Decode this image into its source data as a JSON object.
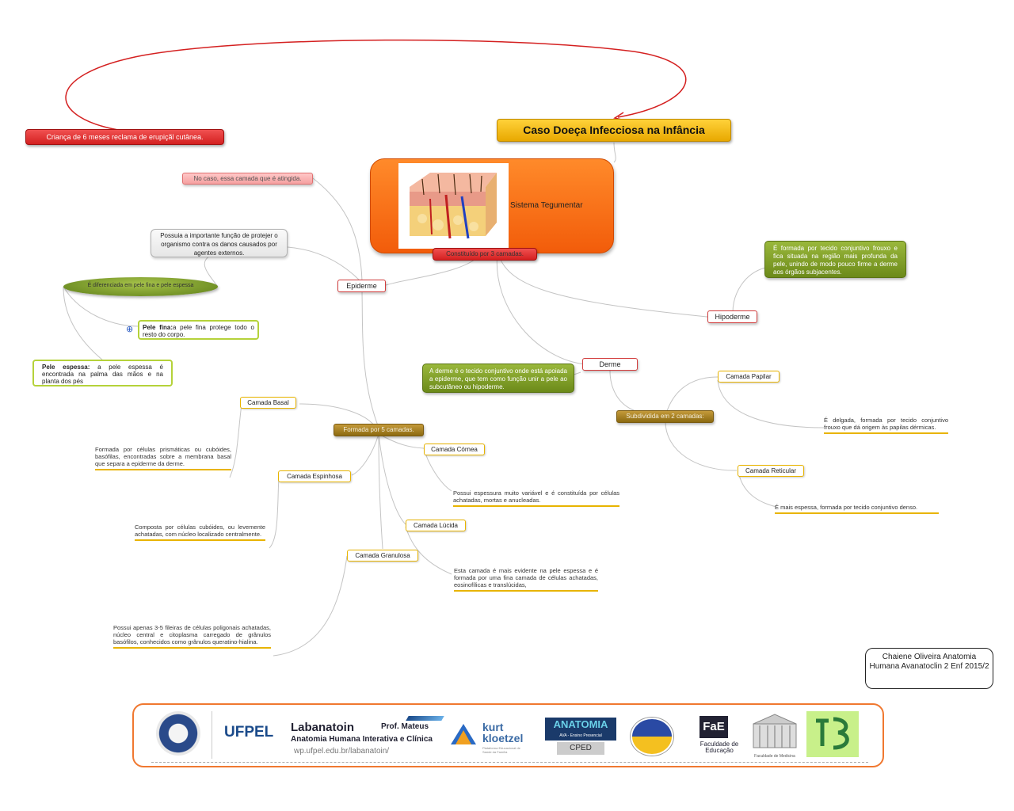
{
  "map": {
    "top_note": "Criança de 6 meses reclama de erupiçãl cutânea.",
    "title": "Caso Doeça  Infecciosa na Infância",
    "central": "Sistema Tegumentar",
    "layers_label": "Constituído por 3 camadas.",
    "epiderme": {
      "label": "Epiderme",
      "note_case": "No caso, essa camada que é atingida.",
      "note_function": "Possuia a importante função de protejer o organismo contra os danos causados por agentes externos.",
      "differentiated": "É diferenciada em pele fina e pele espessa",
      "thin_bold": "Pele fina:",
      "thin_text": "a pele fina protege todo o resto do corpo.",
      "thick_bold": "Pele espessa:",
      "thick_text": " a pele espessa é encontrada na palma das mãos e na planta dos pés",
      "five_layers": "Formada por 5 camadas.",
      "layers": {
        "basal": "Camada Basal",
        "basal_desc": "Formada por células prismáticas ou cubóides, basófilas, encontradas sobre a membrana basal que separa a epiderme da derme.",
        "espinhosa": "Camada Espinhosa",
        "espinhosa_desc": "Composta por células cubóides, ou levemente achatadas, com núcleo localizado centralmente.",
        "granulosa": "Camada Granulosa",
        "granulosa_desc": "Possui apenas 3-5 fileiras de células poligonais achatadas, núcleo central e citoplasma carregado de grânulos basófilos, conhecidos como grânulos queratino-hialina.",
        "cornea": "Camada Córnea",
        "cornea_desc": "Possui espessura muito variável e é constituída por células achatadas, mortas e anucleadas.",
        "lucida": "Camada Lúcida",
        "lucida_desc": "Esta camada é mais evidente na pele espessa e é formada por uma fina camada de células achatadas, eosinofílicas e translúcidas,"
      }
    },
    "derme": {
      "label": "Derme",
      "note": "A derme é o tecido conjuntivo onde está apoiada a epiderme, que tem como função unir a pele ao subcutâneo ou hipoderme.",
      "subdivided": "Subdividida em 2 camadas:",
      "papilar": "Camada Papilar",
      "papilar_desc": "É delgada, formada por tecido conjuntivo frouxo que dá origem às papilas dérmicas.",
      "reticular": "Camada Reticular",
      "reticular_desc": "É mais espessa, formada por tecido conjuntivo denso."
    },
    "hipoderme": {
      "label": "Hipoderme",
      "note": "É formada por tecido conjuntivo frouxo e fica situada na região mais profunda da pele, unindo de modo pouco firme a derme aos órgãos subjacentes."
    },
    "author": "Chaiene Oliveira Anatomia Humana Avanatoclin 2 Enf 2015/2",
    "expand_icon": "⊕"
  },
  "footer": {
    "ufpel": "UFPEL",
    "labanatoin": "Labanatoin",
    "prof": "Prof. Mateus",
    "lab_sub": "Anatomia Humana Interativa e Clínica",
    "lab_url": "wp.ufpel.edu.br/labanatoin/",
    "kurt1": "kurt",
    "kurt2": "kloetzel",
    "kurt_sub": "Plataforma Educacional de Saúde da Família",
    "anatomia": "ANATOMIA",
    "ava": "AVA - Ensino Presencial",
    "cped": "CPED",
    "fae": "FaE",
    "fae_sub": "Faculdade de Educação",
    "medicina": "Faculdade de Medicina"
  },
  "colors": {
    "link": "#bdbdbd",
    "loop_arrow": "#d42020",
    "accent_orange": "#f07830"
  }
}
